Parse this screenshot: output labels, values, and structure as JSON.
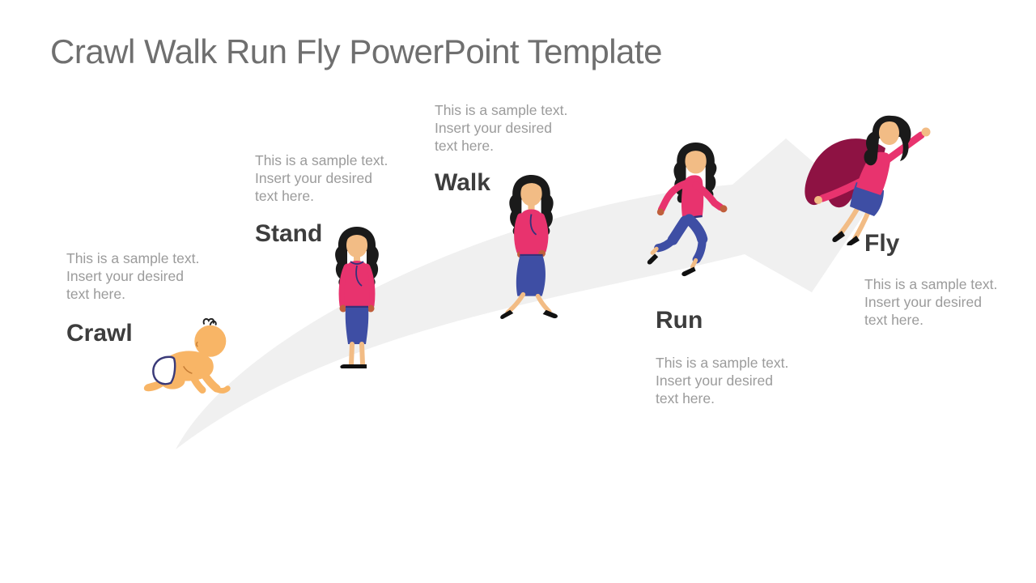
{
  "title": "Crawl Walk Run Fly PowerPoint Template",
  "stages": [
    {
      "id": "crawl",
      "label": "Crawl",
      "description": "This is a sample text.\nInsert your desired\ntext here.",
      "figure": "crawling-baby"
    },
    {
      "id": "stand",
      "label": "Stand",
      "description": "This is a sample text.\nInsert your desired\ntext here.",
      "figure": "standing-woman"
    },
    {
      "id": "walk",
      "label": "Walk",
      "description": "This is a sample text.\nInsert your desired\ntext here.",
      "figure": "walking-woman"
    },
    {
      "id": "run",
      "label": "Run",
      "description": "This is a sample text.\nInsert your desired\ntext here.",
      "figure": "running-woman"
    },
    {
      "id": "fly",
      "label": "Fly",
      "description": "This is a sample text.\nInsert your desired\ntext here.",
      "figure": "flying-superwoman"
    }
  ],
  "colors": {
    "title_text": "#6f6f6f",
    "label_text": "#3d3d3d",
    "description_text": "#9b9b9b",
    "arrow": "#f0f0f0",
    "skin": "#f2bc85",
    "baby_skin": "#f8b566",
    "hand_accent": "#c05f3c",
    "top_pink": "#e8336e",
    "bottom_blue": "#3e4ea4",
    "cape_crimson": "#8e1243",
    "hair_black": "#1a1a1a",
    "outline_navy": "#34327a"
  }
}
